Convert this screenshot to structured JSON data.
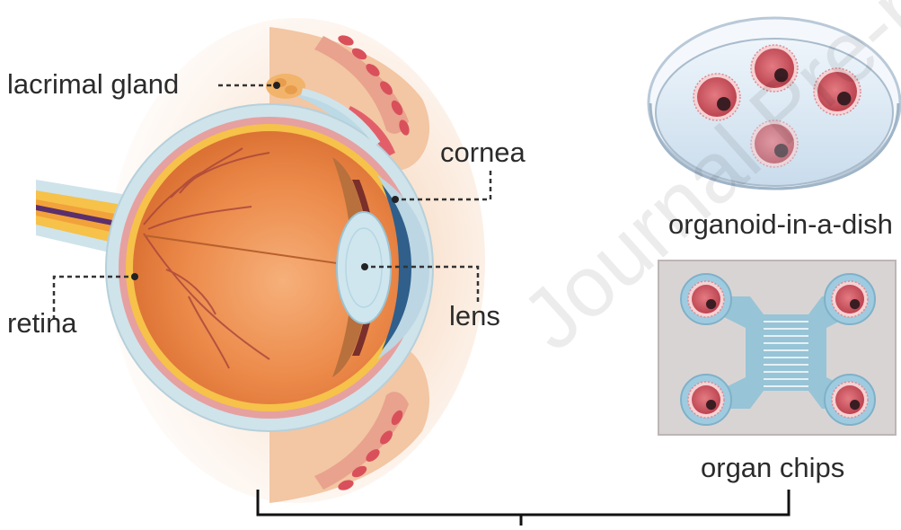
{
  "labels": {
    "lacrimal_gland": "lacrimal gland",
    "cornea": "cornea",
    "retina": "retina",
    "lens": "lens",
    "organoid_dish": "organoid-in-a-dish",
    "organ_chips": "organ chips"
  },
  "watermark": "Journal Pre-proof",
  "colors": {
    "eyeball": "#ec8a4a",
    "sclera": "#cfe3ea",
    "retina_layer": "#f6c24a",
    "lens": "#cfe6ef",
    "organoid": "#c94a55",
    "dish": "#d6e7f3",
    "chip": "#d9d4d4",
    "channel": "#8fc2d6"
  }
}
